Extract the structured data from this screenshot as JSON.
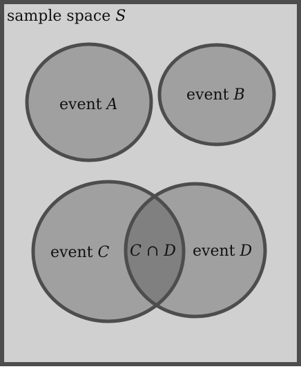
{
  "diagram": {
    "sample_space": {
      "text": "sample space ",
      "symbol": "S"
    },
    "events": [
      {
        "id": "A",
        "prefix": "event ",
        "symbol": "A"
      },
      {
        "id": "B",
        "prefix": "event ",
        "symbol": "B"
      },
      {
        "id": "C",
        "prefix": "event ",
        "symbol": "C"
      },
      {
        "id": "D",
        "prefix": "event ",
        "symbol": "D"
      }
    ],
    "intersection": {
      "left": "C",
      "op": " ∩ ",
      "right": "D"
    }
  },
  "colors": {
    "frame": "#4d4d4d",
    "space_fill": "#d0d0d0",
    "event_fill": "#a0a0a0",
    "intersection_fill": "#808080",
    "outline": "#4d4d4d",
    "text": "#111111"
  }
}
